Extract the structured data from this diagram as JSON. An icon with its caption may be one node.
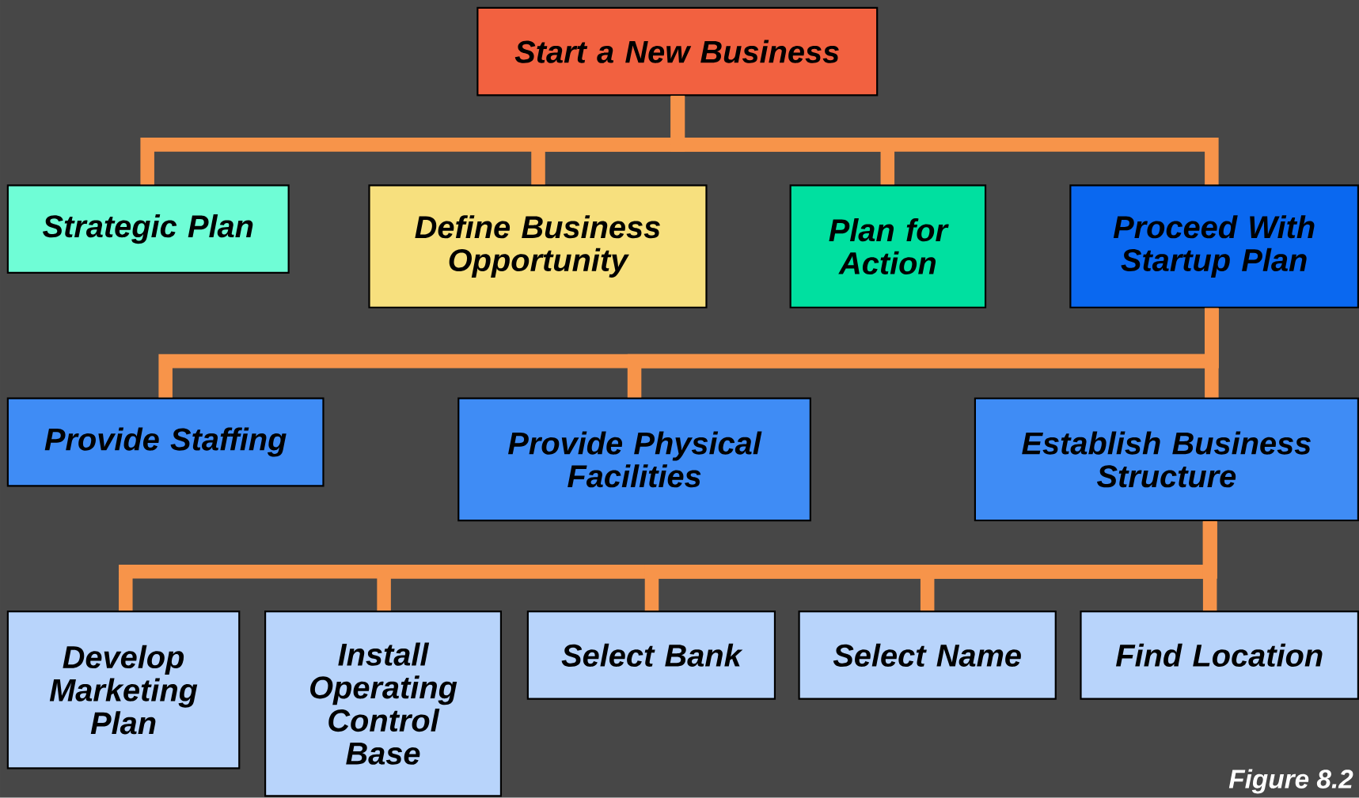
{
  "diagram": {
    "nodes": [
      {
        "text": [
          "Start a New Business"
        ]
      },
      {
        "text": [
          "Strategic Plan"
        ]
      },
      {
        "text": [
          "Define Business Opportunity"
        ]
      },
      {
        "text": [
          "Plan for Action"
        ]
      },
      {
        "text": [
          "Proceed With Startup Plan"
        ]
      },
      {
        "text": [
          "Provide Staffing"
        ]
      },
      {
        "text": [
          "Provide Physical Facilities"
        ]
      },
      {
        "text": [
          "Establish Business Structure"
        ]
      },
      {
        "text": [
          "Develop Marketing Plan"
        ]
      },
      {
        "text": [
          "Install Operating Control Base"
        ]
      },
      {
        "text": [
          "Select Bank"
        ]
      },
      {
        "text": [
          "Select Name"
        ]
      },
      {
        "text": [
          "Find Location"
        ]
      }
    ],
    "edges": [
      {
        "from": 0,
        "to": 1,
        "arrow": "none"
      },
      {
        "from": 0,
        "to": 2,
        "arrow": "none"
      },
      {
        "from": 0,
        "to": 3,
        "arrow": "none"
      },
      {
        "from": 0,
        "to": 4,
        "arrow": "none"
      },
      {
        "from": 4,
        "to": 5,
        "arrow": "none"
      },
      {
        "from": 4,
        "to": 6,
        "arrow": "none"
      },
      {
        "from": 4,
        "to": 7,
        "arrow": "none"
      },
      {
        "from": 7,
        "to": 8,
        "arrow": "none"
      },
      {
        "from": 7,
        "to": 9,
        "arrow": "none"
      },
      {
        "from": 7,
        "to": 10,
        "arrow": "none"
      },
      {
        "from": 7,
        "to": 11,
        "arrow": "none"
      },
      {
        "from": 7,
        "to": 12,
        "arrow": "none"
      }
    ],
    "labels": [
      "Figure 8.2"
    ]
  }
}
